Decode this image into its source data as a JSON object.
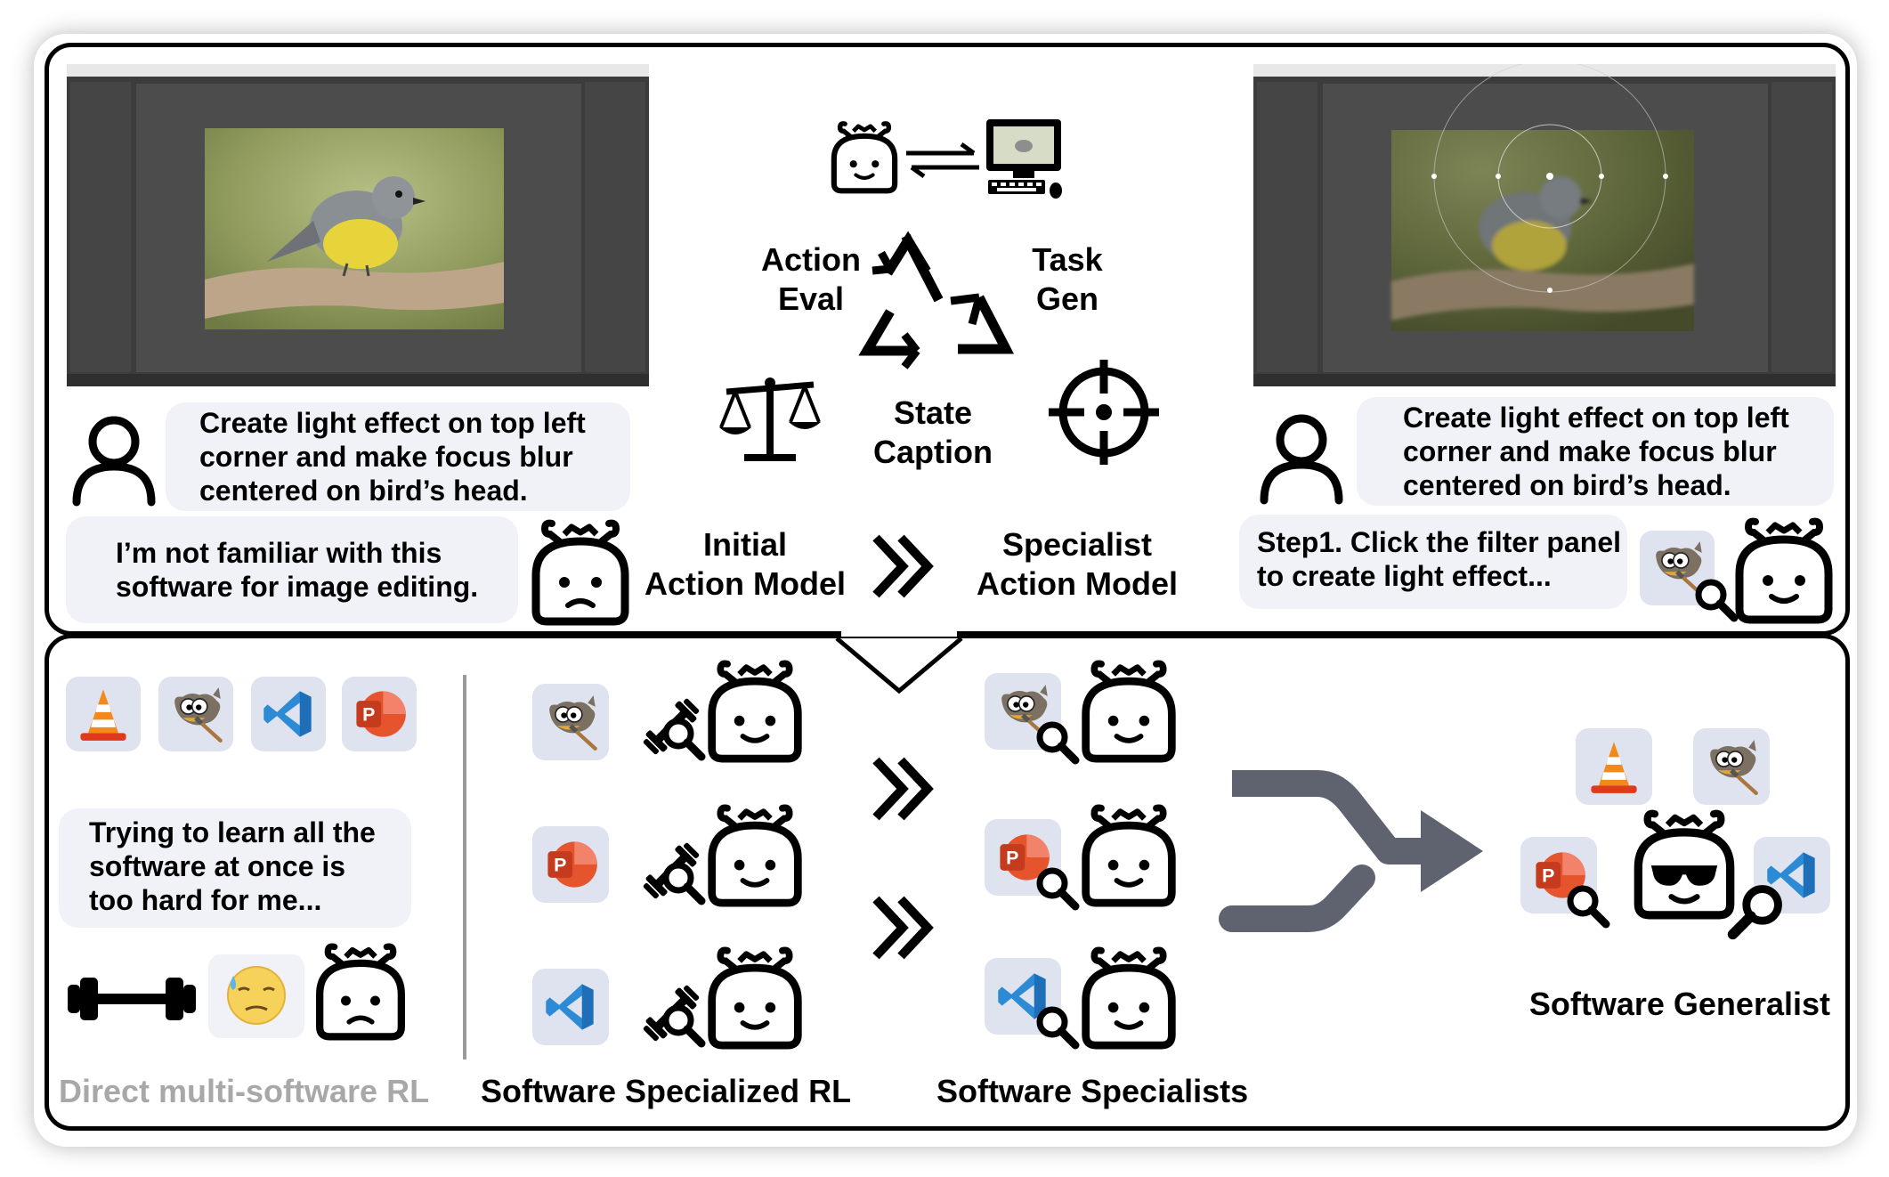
{
  "top": {
    "user_request_left": "Create light effect on top left corner and make focus blur centered on bird’s head.",
    "user_request_right": "Create light effect on top left corner and make focus blur centered on bird’s head.",
    "initial_reply": "I’m not familiar with this software for image editing.",
    "specialist_reply": "Step1. Click the filter panel to create light effect...",
    "cycle": {
      "action_eval": "Action\nEval",
      "task_gen": "Task\nGen",
      "state_caption": "State\nCaption"
    },
    "initial_model": "Initial\nAction Model",
    "specialist_model": "Specialist\nAction Model"
  },
  "bottom": {
    "struggle_text": "Trying to learn all the software at once is too hard for me...",
    "direct_rl": "Direct multi-software RL",
    "specialized_rl": "Software Specialized RL",
    "specialists": "Software Specialists",
    "generalist": "Software Generalist"
  },
  "icons": [
    "vlc-icon",
    "gimp-icon",
    "vscode-icon",
    "powerpoint-icon",
    "robot-icon",
    "user-icon",
    "dumbbell-icon",
    "magnifier-icon",
    "scale-icon",
    "crosshair-icon",
    "computer-icon",
    "merge-arrow-icon",
    "sweat-emoji-icon"
  ],
  "colors": {
    "accent_gray": "#5f6370",
    "bubble_bg": "#f1f2f7",
    "tile_bg": "#dfe3ef",
    "muted_text": "#a8a8a8"
  }
}
